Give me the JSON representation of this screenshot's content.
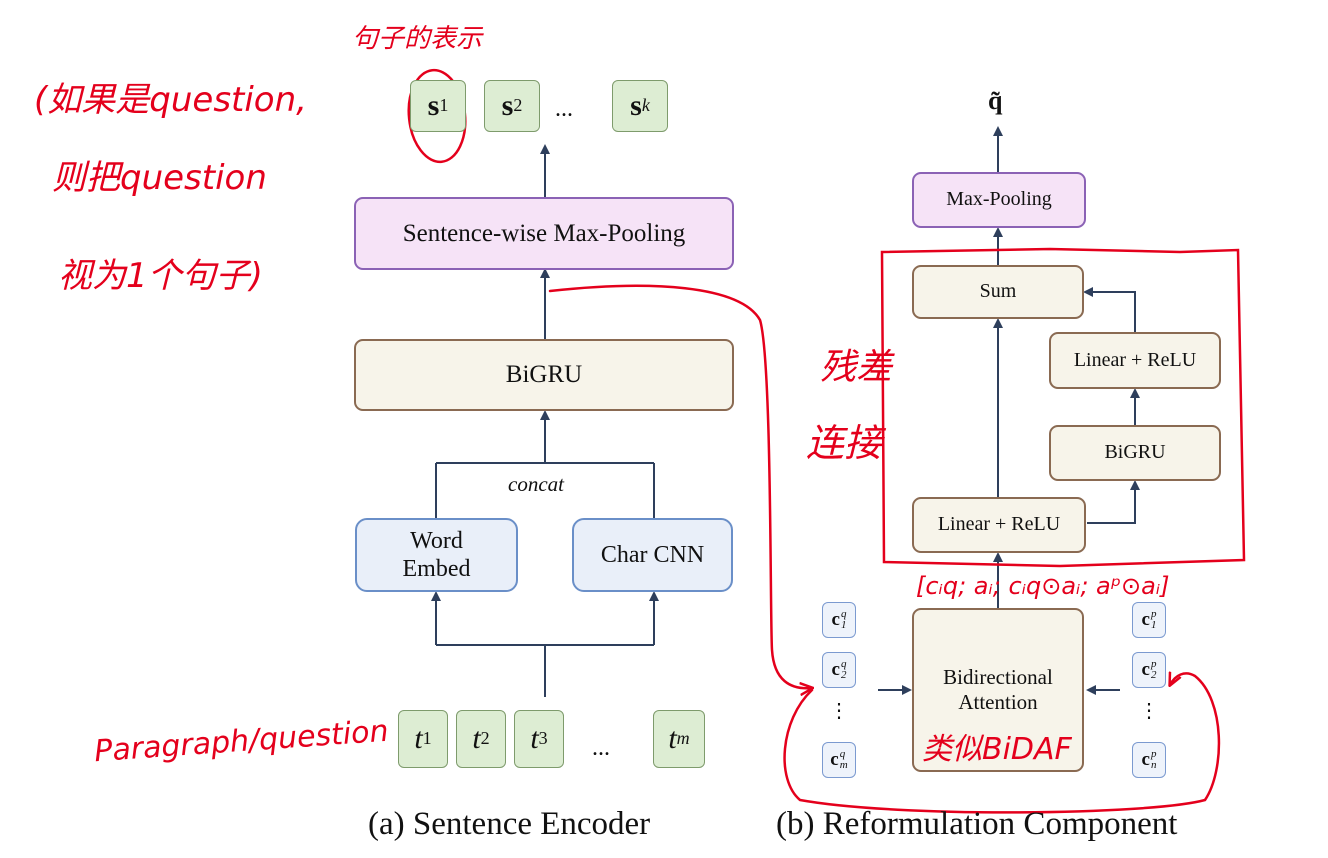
{
  "encoder": {
    "outputs": [
      {
        "base": "s",
        "sub": "1"
      },
      {
        "base": "s",
        "sub": "2"
      },
      {
        "base": "s",
        "sub": "k"
      }
    ],
    "ellipsis": "...",
    "maxpool": "Sentence-wise Max-Pooling",
    "bigru": "BiGRU",
    "concat": "concat",
    "word_embed_line1": "Word",
    "word_embed_line2": "Embed",
    "char_cnn": "Char CNN",
    "inputs": [
      {
        "base": "t",
        "sub": "1"
      },
      {
        "base": "t",
        "sub": "2"
      },
      {
        "base": "t",
        "sub": "3"
      },
      {
        "base": "t",
        "sub": "m"
      }
    ],
    "caption": "(a) Sentence Encoder"
  },
  "reformulation": {
    "output": "q̃",
    "maxpool": "Max-Pooling",
    "sum": "Sum",
    "linear_relu_right": "Linear + ReLU",
    "bigru": "BiGRU",
    "linear_relu_left": "Linear + ReLU",
    "attention_line1": "Bidirectional",
    "attention_line2": "Attention",
    "left_inputs": [
      {
        "base": "c",
        "sup": "q",
        "sub": "1"
      },
      {
        "base": "c",
        "sup": "q",
        "sub": "2"
      },
      {
        "base": "c",
        "sup": "q",
        "sub": "m"
      }
    ],
    "right_inputs": [
      {
        "base": "c",
        "sup": "p",
        "sub": "1"
      },
      {
        "base": "c",
        "sup": "p",
        "sub": "2"
      },
      {
        "base": "c",
        "sup": "p",
        "sub": "n"
      }
    ],
    "vdots": "⋮",
    "caption": "(b) Reformulation Component"
  },
  "annotations": {
    "sentence_repr": "句子的表示",
    "question_note_1": "(如果是question,",
    "question_note_2": "则把question",
    "question_note_3": "视为1个句子)",
    "residual_1": "残差",
    "residual_2": "连接",
    "concat_formula": "[cᵢq; aᵢ; cᵢq⊙aᵢ; aᵖ⊙aᵢ]",
    "bidaf": "类似BiDAF",
    "paragraph_question": "Paragraph/question"
  },
  "colors": {
    "annotation": "#e4001c",
    "arrow": "#2e3f5c"
  }
}
